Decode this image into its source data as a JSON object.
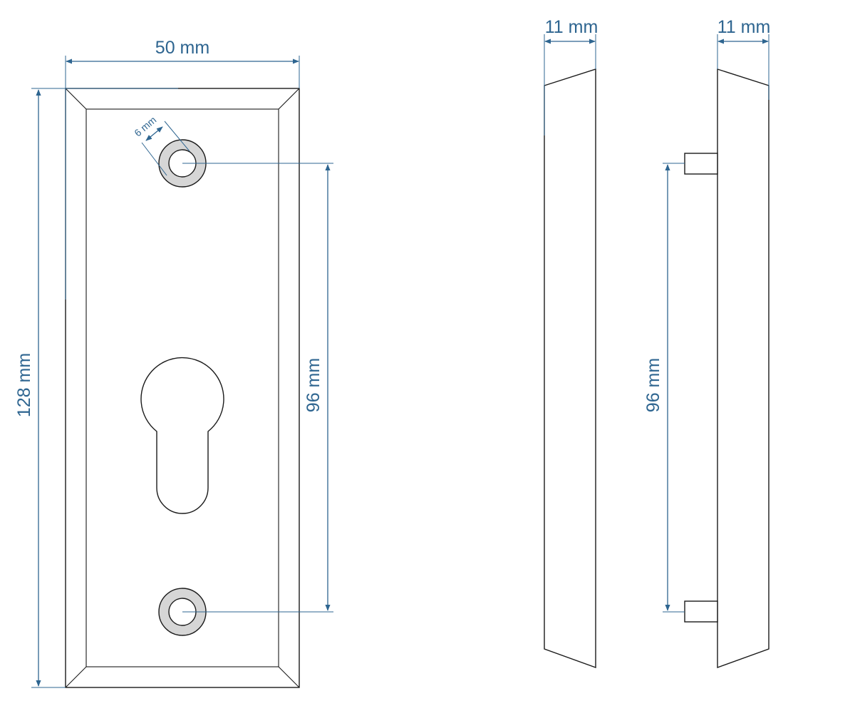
{
  "front_view": {
    "width_label": "50 mm",
    "height_label": "128 mm",
    "hole_spacing_label": "96 mm",
    "hole_diameter_label": "6 mm"
  },
  "side_view_left": {
    "thickness_label": "11 mm"
  },
  "side_view_right": {
    "thickness_label": "11 mm",
    "pin_spacing_label": "96 mm"
  },
  "colors": {
    "dimension": "#2e6590",
    "outline": "#1a1a1a",
    "ring_fill": "#d6d6d6"
  }
}
